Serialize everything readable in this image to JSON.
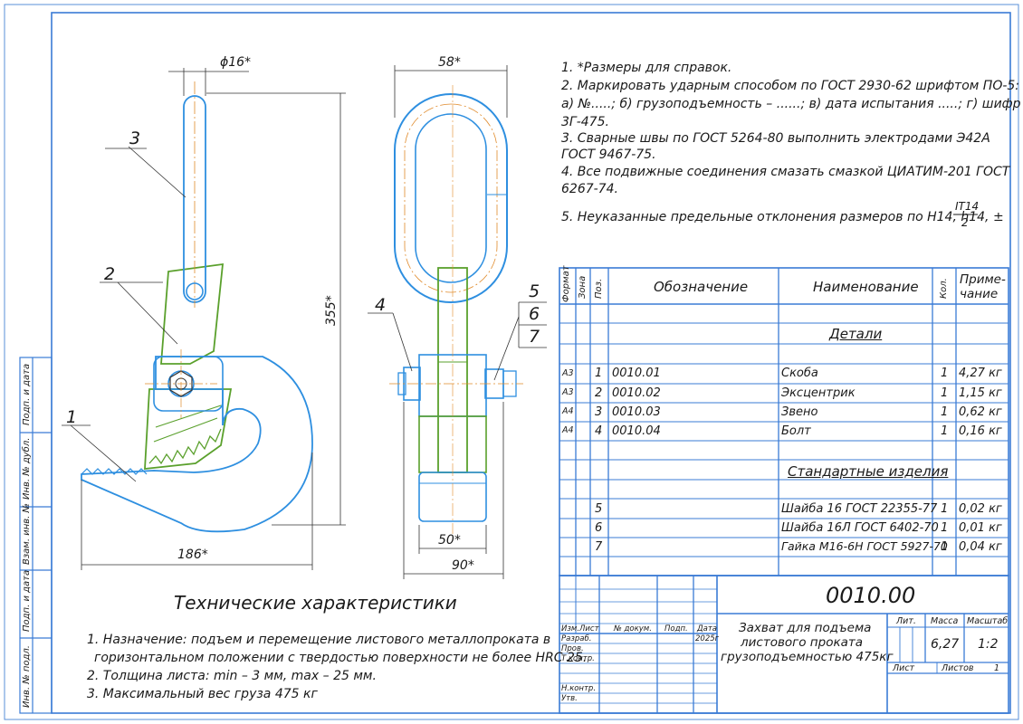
{
  "notes": [
    "1. *Размеры для справок.",
    "2. Маркировать ударным способом по ГОСТ 2930-62 шрифтом ПО-5:",
    "а) №.....; б) грузоподъемность – ......; в) дата испытания .....; г) шифр –",
    "3Г-475.",
    "3. Сварные швы по ГОСТ 5264-80 выполнить электродами Э42А",
    "ГОСТ 9467-75.",
    "4. Все подвижные соединения смазать смазкой ЦИАТИМ-201 ГОСТ",
    "6267-74.",
    "5. Неуказанные предельные отклонения размеров по H14, h14, ±"
  ],
  "tolerance_fraction": {
    "numerator": "IT14",
    "denominator": "2"
  },
  "dimensions": {
    "pin_diameter": "ϕ16*",
    "height": "355*",
    "width_left": "186*",
    "top_width": "58*",
    "inner_width": "50*",
    "outer_width": "90*"
  },
  "leaders": [
    "1",
    "2",
    "3",
    "4",
    "5",
    "6",
    "7"
  ],
  "bom": {
    "headers": {
      "format": "Формат",
      "zone": "Зона",
      "pos": "Поз.",
      "designation": "Обозначение",
      "name": "Наименование",
      "qty": "Кол.",
      "note": "Приме-\nчание"
    },
    "section_parts": "Детали",
    "section_standard": "Стандартные изделия",
    "parts": [
      {
        "format": "А3",
        "pos": "1",
        "designation": "0010.01",
        "name": "Скоба",
        "qty": "1",
        "note": "4,27 кг"
      },
      {
        "format": "А3",
        "pos": "2",
        "designation": "0010.02",
        "name": "Эксцентрик",
        "qty": "1",
        "note": "1,15 кг"
      },
      {
        "format": "А4",
        "pos": "3",
        "designation": "0010.03",
        "name": "Звено",
        "qty": "1",
        "note": "0,62 кг"
      },
      {
        "format": "А4",
        "pos": "4",
        "designation": "0010.04",
        "name": "Болт",
        "qty": "1",
        "note": "0,16 кг"
      }
    ],
    "standard": [
      {
        "pos": "5",
        "name": "Шайба 16 ГОСТ 22355-77",
        "qty": "1",
        "note": "0,02 кг"
      },
      {
        "pos": "6",
        "name": "Шайба 16Л ГОСТ 6402-70",
        "qty": "1",
        "note": "0,01 кг"
      },
      {
        "pos": "7",
        "name": "Гайка М16-6Н ГОСТ 5927-70",
        "qty": "1",
        "note": "0,04 кг"
      }
    ]
  },
  "title_block": {
    "designation": "0010.00",
    "title": [
      "Захват для подъема",
      "листового проката",
      "грузоподъемностью 475кг"
    ],
    "lit": "Лит.",
    "mass_label": "Масса",
    "scale_label": "Масштаб",
    "mass": "6,27",
    "scale": "1:2",
    "sheet": "Лист",
    "sheets": "Листов",
    "sheets_count": "1",
    "cols": [
      "Изм.",
      "Лист",
      "№ докум.",
      "Подп.",
      "Дата"
    ],
    "rows": [
      "Разраб.",
      "Пров.",
      "Т.контр.",
      "Н.контр.",
      "Утв."
    ],
    "date": "2025г"
  },
  "side_stamps": [
    "Подп. и дата",
    "Инв. № дубл.",
    "Взам. инв. №",
    "Подп. и дата",
    "Инв. № подл."
  ],
  "tech": {
    "heading": "Технические характеристики",
    "lines": [
      "1. Назначение:  подъем и перемещение листового металлопроката в",
      "горизонтальном положении с твердостью поверхности не более HRC 25.",
      "2. Толщина листа: min – 3 мм, max – 25 мм.",
      "3. Максимальный вес груза 475 кг"
    ]
  },
  "colors": {
    "frame": "#3a7bd5",
    "part_blue": "#2e8fe0",
    "part_green": "#5aa02c",
    "axis": "#e08a2a",
    "line": "#333333"
  }
}
